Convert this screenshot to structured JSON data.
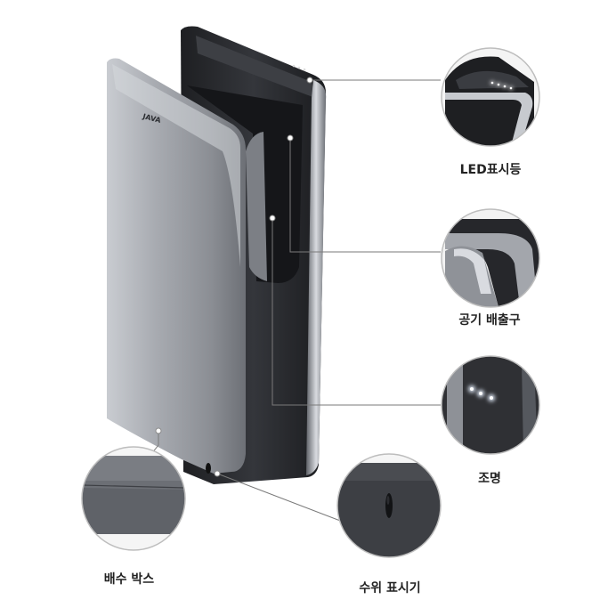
{
  "product": {
    "brand": "JAVA"
  },
  "callouts": [
    {
      "id": "led",
      "label": "LED표시등"
    },
    {
      "id": "air-outlet",
      "label": "공기 배출구"
    },
    {
      "id": "lighting",
      "label": "조명"
    },
    {
      "id": "drain-box",
      "label": "배수 박스"
    },
    {
      "id": "water-indicator",
      "label": "수위 표시기"
    }
  ],
  "colors": {
    "body_silver": "#9ea2a8",
    "body_dark": "#2b2d31",
    "leader_line": "#7a7a7a",
    "led_glow": "#e6f0ff"
  }
}
